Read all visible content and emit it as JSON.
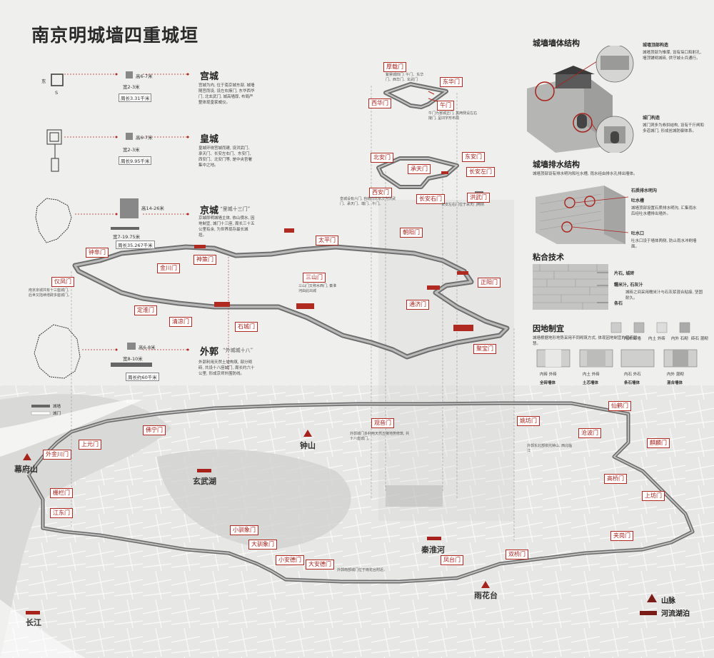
{
  "title": "南京明城墙四重城垣",
  "rings": {
    "palace": {
      "name": "宫城",
      "height": "高6-7米",
      "width": "宽2-3米",
      "area": "周长3.31千米",
      "plan_w": "东",
      "plan_s": "S",
      "desc": "宫城为内, 位于南京城东部, 城墙随宫而设, 设左右掖门, 东华西华门, 北玄武门, 城高墙厚, 布局严整体现皇家威仪。"
    },
    "imperial": {
      "name": "皇城",
      "height": "高6-7米",
      "width": "宽2-3米",
      "area": "周长9.95千米",
      "desc": "皇城环绕宫城而建, 设洪武门、承天门、长安左右门、东安门、西安门、北安门等, 是中央官署集中之地。"
    },
    "capital": {
      "name": "京城",
      "height": "高14-26米",
      "width": "宽7-19.75米",
      "area": "周长35.267千米",
      "quote": "“里城十三门”",
      "desc": "京城即明城墙主体, 依山傍水, 因地制宜, 城门十三座, 周长三十五公里有余, 为世界现存最长城垣。"
    },
    "outer": {
      "name": "外郭",
      "height": "高6-8米",
      "width": "宽8-10米",
      "area": "周长约60千米",
      "quote": "“外城城十八”",
      "desc": "外郭利用天然土坡构筑, 部分砌砖, 共设十八座城门, 周长约六十公里, 形成京师外围防线。"
    }
  },
  "palace_gates": [
    "厚载门",
    "东华门",
    "西华门",
    "午门"
  ],
  "palace_note": "紫禁城四门: 午门、东华门、西华门、玄武门",
  "palace_note2": "午门为宫城正门, 其两侧设左右掖门, 呈凹字形布局",
  "imperial_gates": [
    "北安门",
    "承天门",
    "东安门",
    "长安左门",
    "西安门",
    "长安右门",
    "洪武门"
  ],
  "imperial_note": "皇城设有六门, 自南向北依次为洪武门、承天门、端门、午门。",
  "imperial_note2": "长安左右门位于承天门两侧",
  "capital_gates": [
    "神策门",
    "太平门",
    "朝阳门",
    "金川门",
    "钟阜门",
    "仪凤门",
    "定淮门",
    "清凉门",
    "石城门",
    "三山门",
    "通济门",
    "正阳门",
    "聚宝门"
  ],
  "capital_note": "南京京城共有十三座城门, 后世又陆续增辟多座城门。",
  "capital_note2": "三山门又称水西门, 秦淮河由此出城",
  "outer_gates": [
    "观音门",
    "佛宁门",
    "上元门",
    "外金川门",
    "栅栏门",
    "江东门",
    "小驯象门",
    "大驯象门",
    "小安德门",
    "大安德门",
    "凤台门",
    "双桥门",
    "夹岗门",
    "上坊门",
    "高桥门",
    "沧波门",
    "麒麟门",
    "姚坊门",
    "仙鹤门"
  ],
  "outer_note": "外郭城门多利用天然丘陵地势修筑, 共十八座城门。",
  "outer_note2": "外郭东北部依托钟山, 西北临江",
  "outer_note3": "外郭南部城门位于雨花台附近。",
  "places": {
    "mufu": "幕府山",
    "zhongshan": "钟山",
    "xuanwu": "玄武湖",
    "qinhuai": "秦淮河",
    "yuhuatai": "雨花台",
    "changjiang": "长江"
  },
  "map_legend": [
    "城墙",
    "城门"
  ],
  "structure": {
    "title": "城墙墙体结构",
    "top_title": "城墙顶部构造",
    "top_desc": "城墙顶部为雉堞, 设有垛口和射孔, 墙顶铺砌城砖, 供守城士兵通行。",
    "gate_title": "城门构造",
    "gate_desc": "城门洞多为券拱结构, 设有千斤闸和多道城门, 形成瓮城防御体系。"
  },
  "drainage": {
    "title": "城墙排水结构",
    "subtitle": "城墙顶部设有排水明沟和吐水槽, 雨水经由排水孔排出墙体。",
    "items": [
      "石质排水明沟",
      "吐水槽",
      "吐水口"
    ],
    "d1": "城墙顶部设置石质排水明沟, 汇集雨水后经吐水槽排出墙外。",
    "d2": "吐水口设于墙体两侧, 防止雨水冲刷墙面。"
  },
  "bonding": {
    "title": "粘合技术",
    "items": [
      "片石, 城砖",
      "糯米汁, 石灰汁",
      "条石"
    ],
    "desc": "城砖之间采用糯米汁与石灰浆混合粘接, 坚固耐久。"
  },
  "local": {
    "title": "因地制宜",
    "desc": "城墙根据地形地势采用不同砌筑方式, 体现因地制宜的营造智慧。",
    "cells": [
      "内外 砖墙",
      "内土 外砖",
      "内外 石砌",
      "砖石 混砌"
    ],
    "captions": [
      "内砖 外砖",
      "内土 外砖",
      "内石 外石",
      "内外 混砌"
    ],
    "types": [
      "全砖墙体",
      "土芯墙体",
      "条石墙体",
      "混合墙体"
    ]
  },
  "legend": {
    "mountain": "山脉",
    "water": "河流湖泊"
  },
  "colors": {
    "red": "#a8221c",
    "wall": "#8c8c8c",
    "map": "#e3e3e1"
  }
}
